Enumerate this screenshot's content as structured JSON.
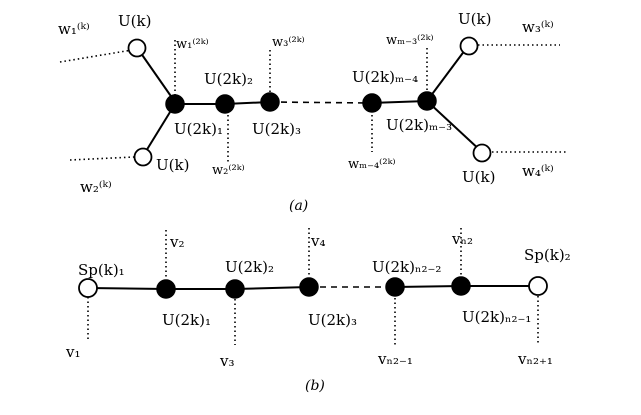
{
  "diagram_a": {
    "caption": "(a)",
    "w1_top": "w₁⁽ᵏ⁾",
    "U_top_left": "U(k)",
    "w1_2k": "w₁⁽²ᵏ⁾",
    "w3_2k": "w₃⁽²ᵏ⁾",
    "U2k_2": "U(2k)₂",
    "wm3_2k": "wₘ₋₃⁽²ᵏ⁾",
    "U2k_m4": "U(2k)ₘ₋₄",
    "U_top_right": "U(k)",
    "w3_k": "w₃⁽ᵏ⁾",
    "U2k_1": "U(2k)₁",
    "U2k_3": "U(2k)₃",
    "U2k_m3": "U(2k)ₘ₋₃",
    "w2_2k": "w₂⁽²ᵏ⁾",
    "wm4_2k": "wₘ₋₄⁽²ᵏ⁾",
    "U_bot_left": "U(k)",
    "w2_k": "w₂⁽ᵏ⁾",
    "U_bot_right": "U(k)",
    "w4_k": "w₄⁽ᵏ⁾"
  },
  "diagram_b": {
    "caption": "(b)",
    "Sp1": "Sp(k)₁",
    "Sp2": "Sp(k)₂",
    "v1": "v₁",
    "v2": "v₂",
    "v3": "v₃",
    "v4": "v₄",
    "U2k_1": "U(2k)₁",
    "U2k_2": "U(2k)₂",
    "U2k_3": "U(2k)₃",
    "U2k_n2m2": "U(2k)ₙ₂₋₂",
    "U2k_n2m1": "U(2k)ₙ₂₋₁",
    "v_n2": "vₙ₂",
    "v_n2m1": "vₙ₂₋₁",
    "v_n2p1": "vₙ₂₊₁"
  }
}
